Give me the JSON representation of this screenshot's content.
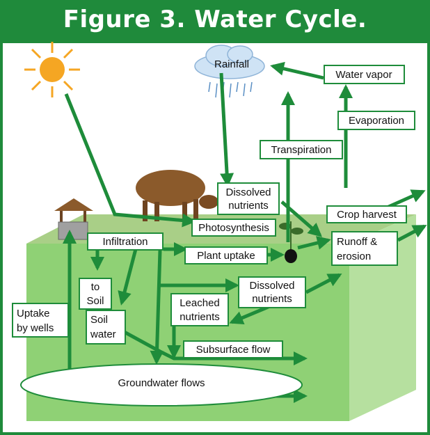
{
  "title": "Figure 3.  Water Cycle.",
  "colors": {
    "frame": "#1f8a3b",
    "arrow": "#1e8c3a",
    "soil_front": "#8fd175",
    "soil_top": "#a9cf87",
    "soil_side": "#b6e09f"
  },
  "icons": [
    "sun-icon",
    "rain-cloud-icon",
    "cow-icon",
    "well-icon",
    "plant-icon"
  ],
  "labels": {
    "rainfall": "Rainfall",
    "water_vapor": "Water vapor",
    "evaporation": "Evaporation",
    "transpiration": "Transpiration",
    "dissolved_nutrients_top_1": "Dissolved",
    "dissolved_nutrients_top_2": "nutrients",
    "crop_harvest": "Crop harvest",
    "photosynthesis": "Photosynthesis",
    "runoff_1": "Runoff &",
    "runoff_2": "erosion",
    "infiltration": "Infiltration",
    "plant_uptake": "Plant uptake",
    "to_soil_1": "to",
    "to_soil_2": "Soil",
    "dissolved_nutrients_mid_1": "Dissolved",
    "dissolved_nutrients_mid_2": "nutrients",
    "leached_1": "Leached",
    "leached_2": "nutrients",
    "uptake_wells_1": "Uptake",
    "uptake_wells_2": "by wells",
    "soil_water_1": "Soil",
    "soil_water_2": "water",
    "subsurface_flow": "Subsurface flow",
    "groundwater_flows": "Groundwater flows"
  }
}
